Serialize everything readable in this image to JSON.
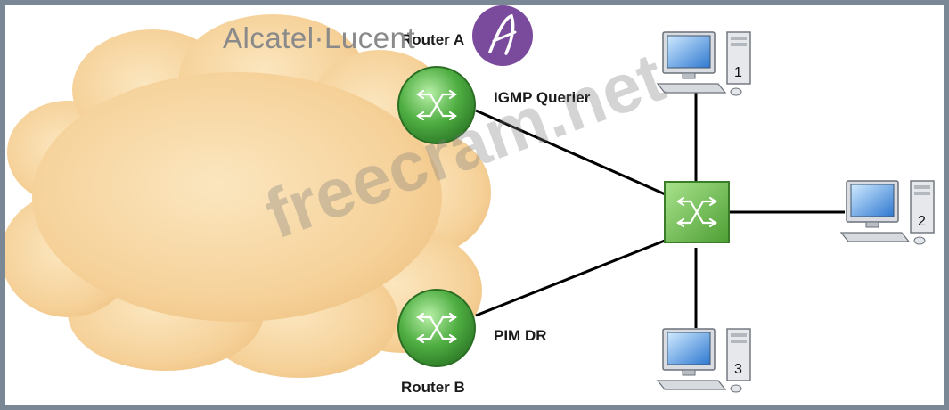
{
  "logo": {
    "text": "Alcatel·Lucent"
  },
  "watermark": {
    "text": "freecram.net"
  },
  "routers": {
    "a": {
      "name": "Router A",
      "role": "IGMP Querier"
    },
    "b": {
      "name": "Router B",
      "role": "PIM DR"
    }
  },
  "hosts": [
    {
      "number": "1"
    },
    {
      "number": "2"
    },
    {
      "number": "3"
    }
  ],
  "colors": {
    "router_fill": "#4fae42",
    "switch_fill": "#63b83e",
    "cloud_fill": "#f7d39a",
    "link_color": "#000000"
  }
}
